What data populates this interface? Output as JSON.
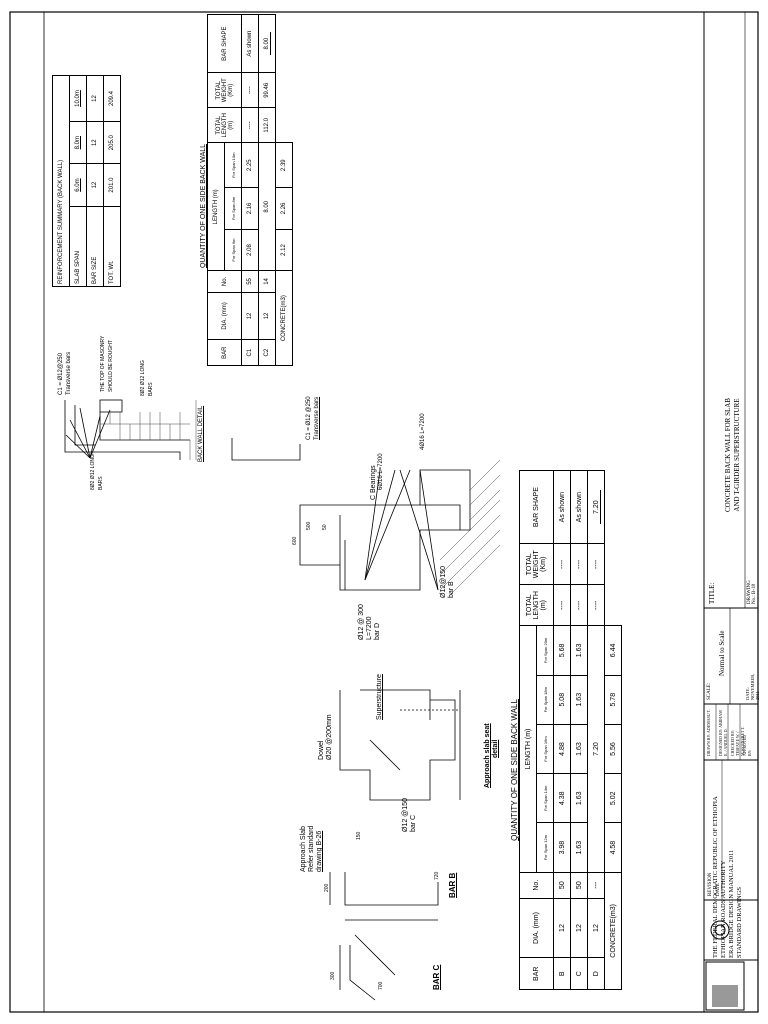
{
  "reinforcement_summary": {
    "title": "REINFORCEMENT SUMMARY (BACK WALL)",
    "rows": [
      {
        "label": "SLAB SPAN",
        "values": [
          "6.0m",
          "8.0m",
          "10.0m"
        ]
      },
      {
        "label": "BAR SIZE",
        "values": [
          "12",
          "12",
          "12"
        ]
      },
      {
        "label": "TOT. Wt.",
        "values": [
          "201.0",
          "205.0",
          "209.4"
        ]
      }
    ]
  },
  "qty_small": {
    "title": "QUANTITY OF ONE SIDE BACK WALL",
    "headers": {
      "bar": "BAR",
      "dia": "DIA. (mm)",
      "no": "No.",
      "length": "LENGTH (m)",
      "total_length": "TOTAL LENGTH (m)",
      "total_weight": "TOTAL WEIGHT (Km)",
      "bar_shape": "BAR SHAPE"
    },
    "spans": [
      "For Span 6m",
      "For Span 8m",
      "For Span 10m"
    ],
    "rows": [
      {
        "bar": "C1",
        "dia": "12",
        "no": "55",
        "lengths": [
          "2.08",
          "2.16",
          "2.25"
        ],
        "total_length": "----",
        "total_weight": "----",
        "shape": "As shown"
      },
      {
        "bar": "C2",
        "dia": "12",
        "no": "14",
        "lengths": [
          "8.00"
        ],
        "total_length": "112.0",
        "total_weight": "99.46",
        "shape": "8.00"
      }
    ],
    "concrete": {
      "label": "CONCRETE(m3)",
      "values": [
        "2.12",
        "2.26",
        "2.39"
      ]
    }
  },
  "qty_large": {
    "title": "QUANTITY OF ONE SIDE BACK WALL",
    "headers": {
      "bar": "BAR",
      "dia": "DIA. (mm)",
      "no": "No.",
      "length": "LENGTH (m)",
      "total_length": "TOTAL LENGTH (m)",
      "total_weight": "TOTAL WEIGHT (Km)",
      "bar_shape": "BAR SHAPE"
    },
    "spans": [
      "For Span 12m",
      "For Span 14m",
      "For Span 16m",
      "For Span 18m",
      "For Span 20m"
    ],
    "rows": [
      {
        "bar": "B",
        "dia": "12",
        "no": "50",
        "lengths": [
          "3.98",
          "4.38",
          "4.88",
          "5.08",
          "5.68"
        ],
        "total_length": "----",
        "total_weight": "----",
        "shape": "As shown"
      },
      {
        "bar": "C",
        "dia": "12",
        "no": "50",
        "lengths": [
          "1.63",
          "1.63",
          "1.63",
          "1.63",
          "1.63"
        ],
        "total_length": "----",
        "total_weight": "----",
        "shape": "As shown"
      },
      {
        "bar": "D",
        "dia": "12",
        "no": "---",
        "lengths": [
          "7.20"
        ],
        "total_length": "----",
        "total_weight": "----",
        "shape": "7.20"
      }
    ],
    "concrete": {
      "label": "CONCRETE(m3)",
      "values": [
        "4.58",
        "5.02",
        "5.56",
        "5.78",
        "6.44"
      ]
    }
  },
  "labels": {
    "back_wall_detail": "BACK WALL DETAIL",
    "c1_transverse": "C1 = Ø12@250",
    "transverse_bars": "Transverse bars",
    "c1_top": "C1 = Ø12 @250",
    "c1_top2": "Transverse bars",
    "masonry_note1": "THE TOP OF MASONRY",
    "masonry_note2": "SHOULD BE ROUGHT",
    "c2_bars1": "8Ø2 Ø12 LONG",
    "c2_bars2": "BARS",
    "c2_bars3": "8Ø2 Ø12 LONG",
    "c2_bars4": "BARS",
    "bearings": "C Bearings",
    "bearing_l1": "6Ø16 L=7200",
    "bearing_l2": "4Ø16 L=7200",
    "bar_d1": "Ø12 @ 300",
    "bar_d2": "L=7200",
    "bar_d3": "bar D",
    "bar_b_label1": "Ø12@150",
    "bar_b_label2": "bar B",
    "approach_slab1": "Approach Slab",
    "approach_slab2": "Refer standard",
    "approach_slab3": "drawing B-26",
    "dowel1": "Dowel",
    "dowel2": "Ø20 @200mm",
    "bar_c_note1": "Ø12 @150",
    "bar_c_note2": "bar C",
    "superstructure": "Superstructure",
    "approach_slab_seat1": "Approach slab seat",
    "approach_slab_seat2": "detail",
    "bar_b": "BAR B",
    "bar_c": "BAR C",
    "dim_300": "300",
    "dim_700": "700",
    "dim_720": "720",
    "dim_200": "200",
    "dim_600": "600",
    "dim_500": "500",
    "dim_50": "50",
    "dim_150": "150"
  },
  "title_block": {
    "org1": "THE FEDERAL DEMOCRATIC REPUBLIC OF ETHIOPIA",
    "org2": "ETHIOPIAN ROADS AUTHORITY",
    "manual1": "ERA BRIDGE DESIGN MANUAL 2011",
    "manual2": "STANDARD DRAWINGS",
    "revision": "REVISION",
    "date": "DATE",
    "drawn": "DRAWN BY: ADEMASU T.",
    "designed": "DESIGNED BY: ABRHAM E. / ANDUEL D.",
    "checked": "CHECKED BY: TESFAYE W. / M.WOINSHET T.",
    "approved": "APPROVED BY:",
    "scale_lbl": "SCALE:",
    "scale_val": "Normal to Scale",
    "date_val": "DATE: NOVEMBER, 2011",
    "title_lbl": "TITLE:",
    "title1": "CONCRETE BACK WALL FOR SLAB",
    "title2": "AND T-GIRDER SUPERSTRUCTURE",
    "drawing_no": "DRAWING No.: B-18"
  },
  "colors": {
    "line": "#000000",
    "hatch": "#444444"
  }
}
